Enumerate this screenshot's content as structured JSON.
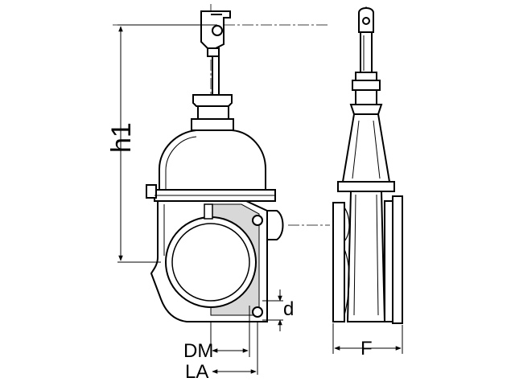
{
  "drawing": {
    "dimensions": {
      "h1": "h1",
      "d": "d",
      "DM": "DM",
      "LA": "LA",
      "F": "F"
    }
  },
  "colors": {
    "line": "#000000",
    "fill": "#ffffff",
    "shade": "#d8d8d8"
  }
}
